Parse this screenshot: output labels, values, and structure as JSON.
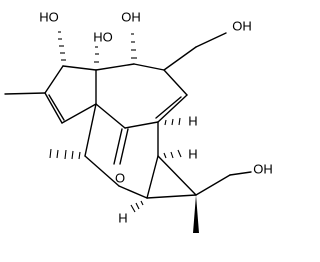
{
  "molecule": {
    "atom_labels": {
      "oh_c5": "HO",
      "oh_c4": "HO",
      "oh_c6": "OH",
      "oh_ch2_top": "OH",
      "oh_ch2_bottom": "OH",
      "carbonyl_o": "O",
      "h_c8": "H",
      "h_c14": "H",
      "h_c15": "H"
    }
  }
}
